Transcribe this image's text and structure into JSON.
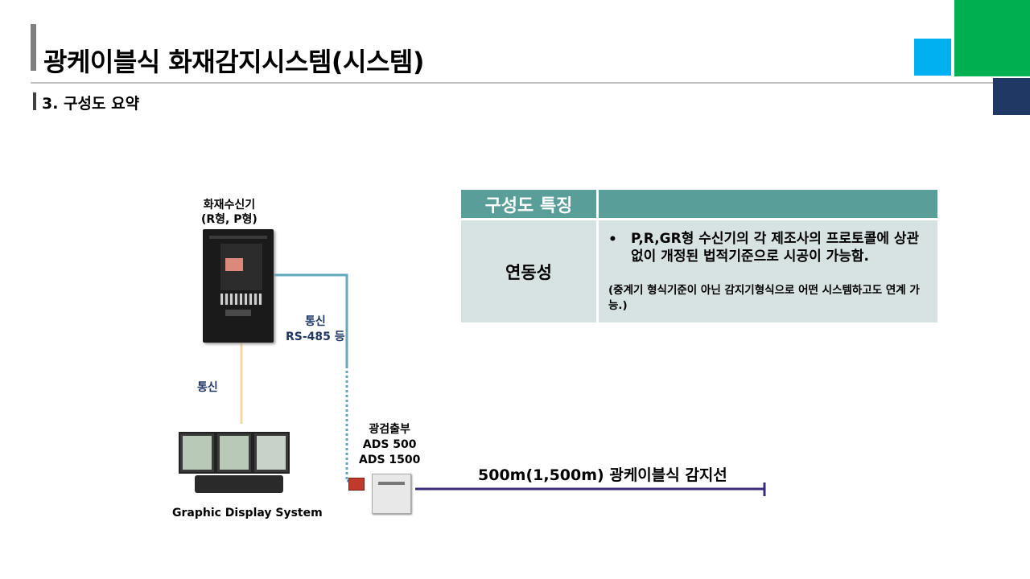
{
  "header": {
    "title": "광케이블식 화재감지시스템(시스템)",
    "subtitle": "3. 구성도 요약"
  },
  "table": {
    "header_left": "구성도 특징",
    "header_right": "",
    "row_label": "연동성",
    "bullet_symbol": "•",
    "bullet_text": "P,R,GR형 수신기의 각 제조사의 프로토콜에 상관없이 개정된 법적기준으로 시공이 가능함.",
    "note": "(중계기 형식기준이 아닌 감지기형식으로 어떤 시스템하고도 연계 가능.)"
  },
  "diagram": {
    "receiver_label_1": "화재수신기",
    "receiver_label_2": "(R형, P형)",
    "comm_rs_label_1": "통신",
    "comm_rs_label_2": "RS-485 등",
    "comm_left_label": "통신",
    "gds_label": "Graphic Display System",
    "ads_label_1": "광검출부",
    "ads_label_2": "ADS 500",
    "ads_label_3": "ADS 1500",
    "sensor_line_label": "500m(1,500m) 광케이블식 감지선"
  },
  "colors": {
    "teal_header": "#5a9e9a",
    "table_body": "#d6e3e2",
    "cyan": "#00b0f0",
    "green": "#00b050",
    "navy": "#1f3864",
    "link_line": "#5fa9bf",
    "beige_line": "#f2d7a4",
    "sensor_line": "#3c2a7a"
  }
}
